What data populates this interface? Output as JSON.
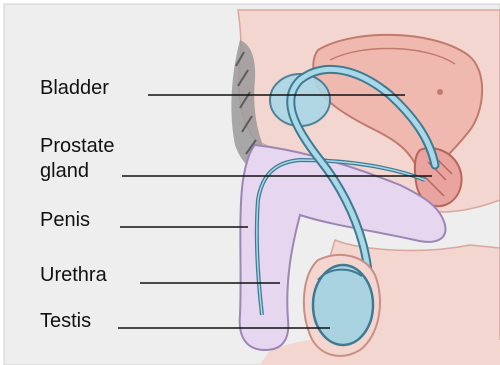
{
  "labels": {
    "bladder": "Bladder",
    "prostate_line1": "Prostate",
    "prostate_line2": "gland",
    "penis": "Penis",
    "urethra": "Urethra",
    "testis": "Testis"
  },
  "colors": {
    "background_panel": "#ececec",
    "skin": "#f3d6d0",
    "skin_dark": "#e2b0a6",
    "penis_fill": "#e6d6ef",
    "penis_outline": "#9b86b4",
    "tube": "#a9d8e6",
    "tube_outline": "#3f7a93",
    "urethra": "#3f7a93",
    "testis": "#a9d3e0",
    "bladder": "#f0b9b0",
    "hair": "#8c8c8c"
  }
}
